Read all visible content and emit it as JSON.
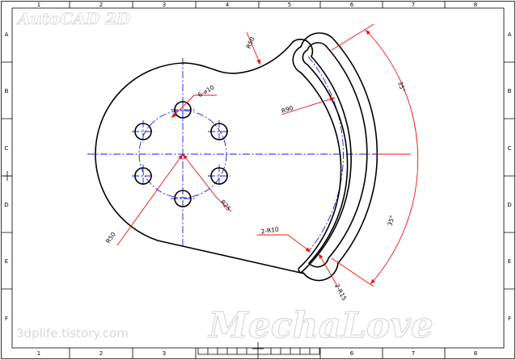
{
  "watermarks": {
    "top_left": "AutoCAD 2D",
    "bottom_left": "3dplife.tistory.com",
    "bottom_right": "MechaLove"
  },
  "frame": {
    "column_labels": [
      "1",
      "2",
      "3",
      "4",
      "5",
      "6",
      "7",
      "8"
    ],
    "row_labels": [
      "A",
      "B",
      "C",
      "D",
      "E",
      "F"
    ]
  },
  "dimensions": {
    "r50_top": "R50",
    "r90": "R90",
    "hole_pattern": "6-⌀10",
    "r25": "R25",
    "r50_left": "R50",
    "angle_upper": "35°",
    "angle_lower": "35°",
    "r10": "2-R10",
    "r15": "2-R15"
  },
  "colors": {
    "object_line": "#000000",
    "center_line": "#1a1ae6",
    "dimension_line": "#ee1111"
  }
}
